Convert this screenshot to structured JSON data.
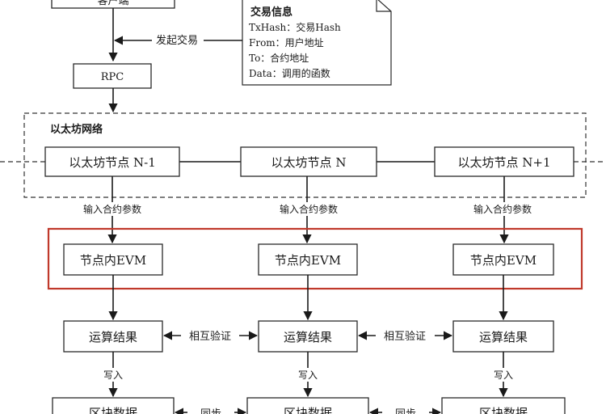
{
  "top_box_label": "客户端",
  "send_tx_label": "发起交易",
  "rpc_label": "RPC",
  "tx_info": {
    "title": "交易信息",
    "lines": [
      "TxHash：交易Hash",
      "From：用户地址",
      "To：合约地址",
      "Data：调用的函数"
    ]
  },
  "network_title": "以太坊网络",
  "nodes": [
    "以太坊节点 N-1",
    "以太坊节点 N",
    "以太坊节点 N+1"
  ],
  "input_params_label": "输入合约参数",
  "evm_label": "节点内EVM",
  "result_label": "运算结果",
  "verify_label": "相互验证",
  "write_label": "写入",
  "block_data_label": "区块数据",
  "sync_label": "同步",
  "colors": {
    "highlight": "#c0392b",
    "line": "#1a1a1a"
  }
}
